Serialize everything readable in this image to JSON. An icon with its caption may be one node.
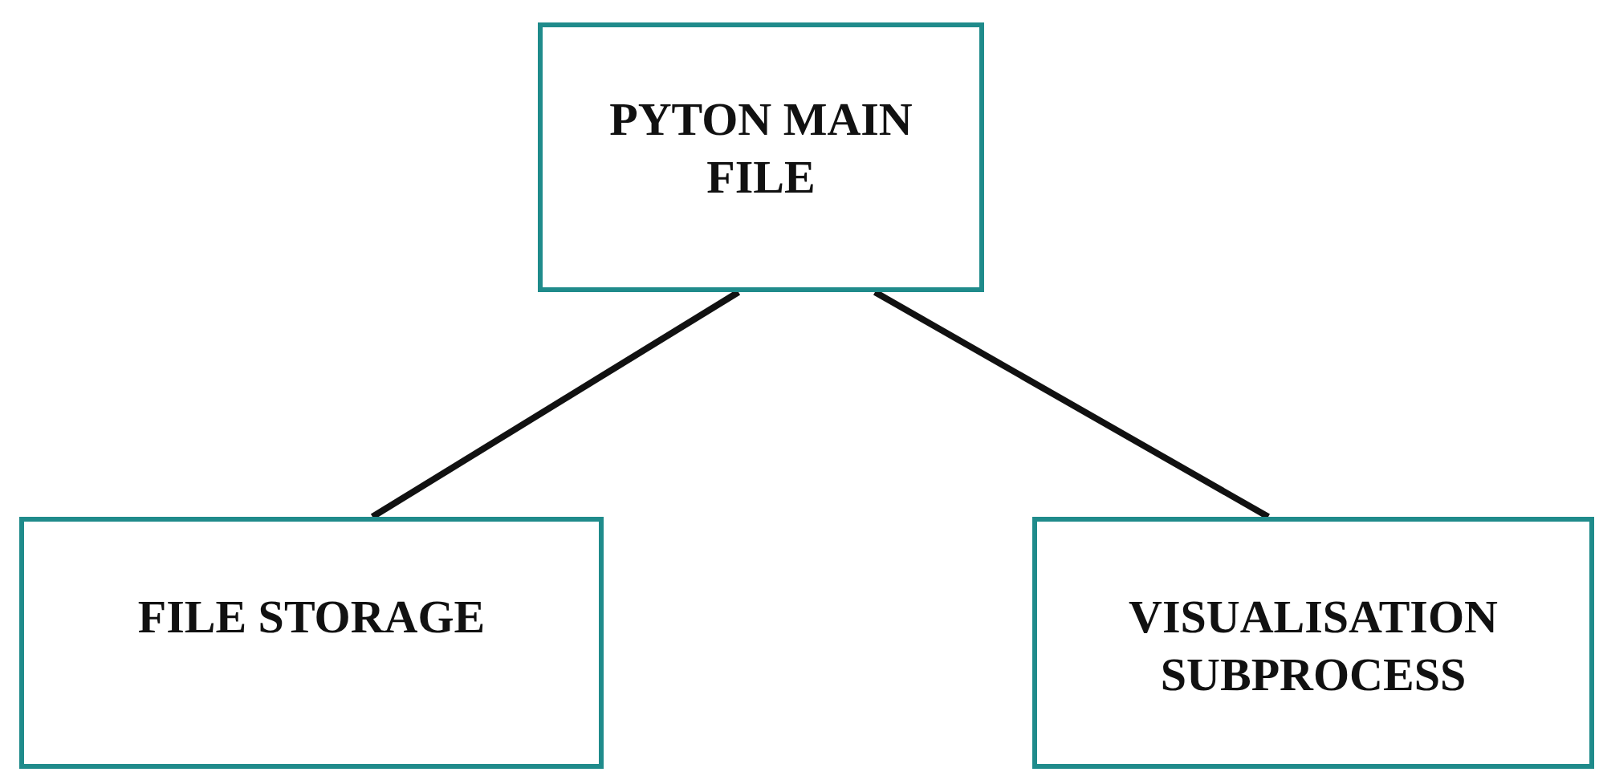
{
  "diagram": {
    "nodes": [
      {
        "text": [
          "PYTON MAIN FILE"
        ]
      },
      {
        "text": [
          "FILE STORAGE"
        ]
      },
      {
        "text": [
          "VISUALISATION SUBPROCESS"
        ]
      }
    ],
    "edges": [
      {
        "from": 0,
        "to": 1,
        "arrow": "none"
      },
      {
        "from": 0,
        "to": 2,
        "arrow": "none"
      }
    ]
  }
}
